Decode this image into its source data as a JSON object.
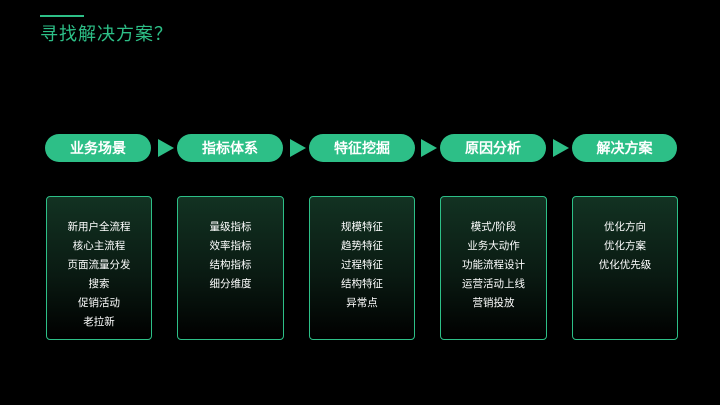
{
  "title": "寻找解决方案？",
  "accent_color": "#2dbf87",
  "steps": [
    {
      "label": "业务场景",
      "items": [
        "新用户全流程",
        "核心主流程",
        "页面流量分发",
        "搜索",
        "促销活动",
        "老拉新"
      ]
    },
    {
      "label": "指标体系",
      "items": [
        "量级指标",
        "效率指标",
        "结构指标",
        "细分维度"
      ]
    },
    {
      "label": "特征挖掘",
      "items": [
        "规模特征",
        "趋势特征",
        "过程特征",
        "结构特征",
        "异常点"
      ]
    },
    {
      "label": "原因分析",
      "items": [
        "模式/阶段",
        "业务大动作",
        "功能流程设计",
        "运营活动上线",
        "营销投放"
      ]
    },
    {
      "label": "解决方案",
      "items": [
        "优化方向",
        "优化方案",
        "优化优先级"
      ]
    }
  ]
}
